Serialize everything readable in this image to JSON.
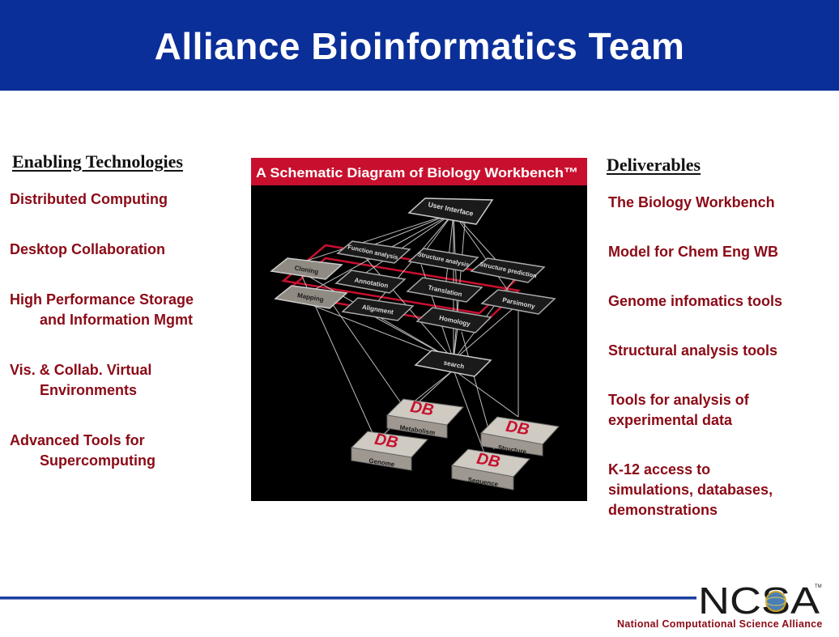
{
  "header": {
    "title": "Alliance Bioinformatics Team",
    "background": "#0b2f98"
  },
  "left": {
    "heading": "Enabling Technologies",
    "items": [
      {
        "line1": "Distributed Computing"
      },
      {
        "line1": "Desktop Collaboration"
      },
      {
        "line1": "High Performance Storage",
        "line2": "and Information Mgmt"
      },
      {
        "line1": "Vis. & Collab. Virtual",
        "line2": "Environments"
      },
      {
        "line1": "Advanced Tools for",
        "line2": "Supercomputing"
      }
    ]
  },
  "right": {
    "heading": "Deliverables",
    "items": [
      {
        "line1": "The Biology Workbench"
      },
      {
        "line1": "Model for Chem Eng WB"
      },
      {
        "line1": "Genome infomatics tools"
      },
      {
        "line1": "Structural analysis tools"
      },
      {
        "line1": "Tools for analysis of",
        "line2": "experimental data"
      },
      {
        "line1": "K-12 access to",
        "line2": "simulations, databases,",
        "line3": "demonstrations"
      }
    ]
  },
  "figure": {
    "banner": "A Schematic Diagram of Biology Workbench™",
    "boxes": {
      "user_interface": "User Interface",
      "function_analysis": "Function analysis",
      "structure_analysis": "Structure analysis",
      "structure_prediction": "Structure prediction",
      "cloning": "Cloning",
      "annotation": "Annotation",
      "translation": "Translation",
      "parsimony": "Parsimony",
      "mapping": "Mapping",
      "alignment": "Alignment",
      "homology": "Homology",
      "search": "search"
    },
    "databases": {
      "metabolism": "Metabolism",
      "structure": "Structure",
      "genome": "Genome",
      "sequence": "Sequence",
      "db_label": "DB"
    }
  },
  "footer": {
    "org": "National Computational Science Alliance",
    "logo_text": "NCSA",
    "tm": "TM"
  },
  "colors": {
    "accent_red": "#8b0a16",
    "navy": "#0b2f98",
    "figure_red": "#c8102e"
  }
}
